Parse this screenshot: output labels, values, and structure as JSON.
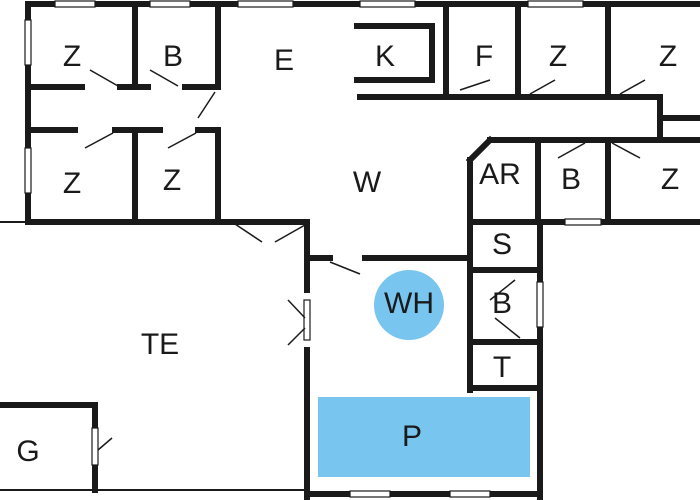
{
  "plan": {
    "wall_color": "#1a1a1a",
    "water_color": "#78c5ef",
    "rooms": [
      {
        "id": "bed-1",
        "label": "Z"
      },
      {
        "id": "bath-1",
        "label": "B"
      },
      {
        "id": "dining",
        "label": "E"
      },
      {
        "id": "kitchen",
        "label": "K"
      },
      {
        "id": "sauna",
        "label": "F"
      },
      {
        "id": "bed-2",
        "label": "Z"
      },
      {
        "id": "bed-3",
        "label": "Z"
      },
      {
        "id": "bed-4",
        "label": "Z"
      },
      {
        "id": "bed-5",
        "label": "Z"
      },
      {
        "id": "living",
        "label": "W"
      },
      {
        "id": "utility",
        "label": "AR"
      },
      {
        "id": "bath-2",
        "label": "B"
      },
      {
        "id": "bed-6",
        "label": "Z"
      },
      {
        "id": "shower",
        "label": "S"
      },
      {
        "id": "bath-3",
        "label": "B"
      },
      {
        "id": "toilet",
        "label": "T"
      },
      {
        "id": "terrace",
        "label": "TE"
      },
      {
        "id": "garage",
        "label": "G"
      }
    ],
    "whirlpool": {
      "label": "WH"
    },
    "pool": {
      "label": "P"
    }
  }
}
